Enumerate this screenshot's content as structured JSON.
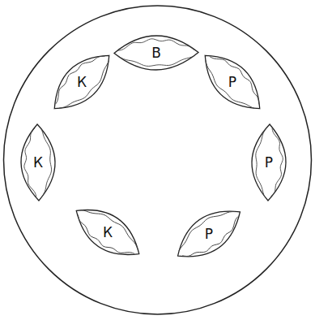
{
  "diagram": {
    "nodes": [
      {
        "text": [
          "В"
        ]
      },
      {
        "text": [
          "К"
        ]
      },
      {
        "text": [
          "Р"
        ]
      },
      {
        "text": [
          "К"
        ]
      },
      {
        "text": [
          "Р"
        ]
      },
      {
        "text": [
          "К"
        ]
      },
      {
        "text": [
          "Р"
        ]
      }
    ]
  }
}
